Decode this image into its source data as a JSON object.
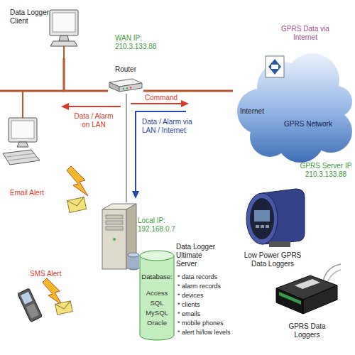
{
  "diagram": {
    "nodes": [
      {
        "text": [
          "Data Logger Client"
        ]
      },
      {
        "text": [
          "Router"
        ]
      },
      {
        "text": [
          "GPRS Data via Internet",
          "Internet",
          "GPRS Network"
        ]
      },
      {
        "text": [
          "Local IP: 192.168.0.7"
        ]
      },
      {
        "text": [
          "Database:",
          "Access SQL MySQL Oracle"
        ]
      },
      {
        "text": [
          "Low Power GPRS Data Loggers"
        ]
      },
      {
        "text": [
          "GPRS Data Loggers"
        ]
      }
    ],
    "edges": [
      {
        "from": 0,
        "to": 1,
        "arrow": "none"
      },
      {
        "from": 1,
        "to": 2,
        "arrow": "none"
      },
      {
        "from": 1,
        "to": 3,
        "arrow": "none"
      }
    ],
    "labels": [
      "WAN IP: 210.3.133.88",
      "Command",
      "Data / Alarm on LAN",
      "Data / Alarm via LAN / Internet",
      "GPRS Server IP 210.3.133.88",
      "Email Alert",
      "SMS Alert",
      "Data Logger Ultimate Server",
      "* data records",
      "* alarm records",
      "* devices",
      "* clients",
      "* emails",
      "* mobile phones",
      "* alert hi/low levels"
    ]
  }
}
